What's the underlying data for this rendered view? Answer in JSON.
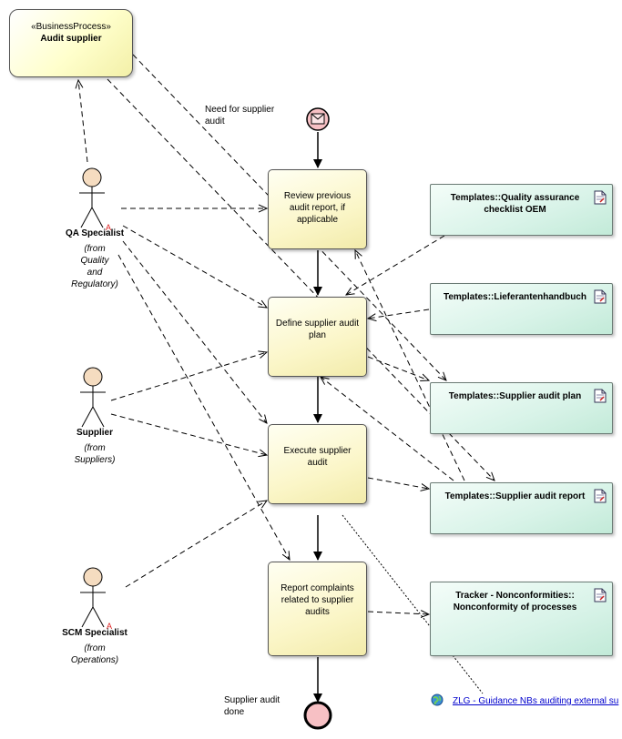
{
  "business_process": {
    "stereotype": "«BusinessProcess»",
    "name": "Audit supplier"
  },
  "start_event": {
    "label_line1": "Need for supplier",
    "label_line2": "audit"
  },
  "end_event": {
    "label_line1": "Supplier audit",
    "label_line2": "done"
  },
  "activities": [
    {
      "id": "review",
      "lines": [
        "Review previous",
        "audit report, if",
        "applicable"
      ]
    },
    {
      "id": "define",
      "lines": [
        "Define supplier audit",
        "plan"
      ]
    },
    {
      "id": "execute",
      "lines": [
        "Execute supplier",
        "audit"
      ]
    },
    {
      "id": "report",
      "lines": [
        "Report complaints",
        "related to supplier",
        "audits"
      ]
    }
  ],
  "artifacts": [
    {
      "id": "qa-checklist",
      "lines": [
        "Templates::Quality assurance",
        "checklist OEM"
      ]
    },
    {
      "id": "handbuch",
      "lines": [
        "Templates::Lieferantenhandbuch"
      ]
    },
    {
      "id": "audit-plan",
      "lines": [
        "Templates::Supplier audit plan"
      ]
    },
    {
      "id": "audit-report",
      "lines": [
        "Templates::Supplier audit report"
      ]
    },
    {
      "id": "nonconformity",
      "lines": [
        "Tracker - Nonconformities::",
        "Nonconformity of processes"
      ]
    }
  ],
  "actors": [
    {
      "id": "qa",
      "name": "QA Specialist",
      "from_lines": [
        "(from",
        "Quality",
        "and",
        "Regulatory)"
      ]
    },
    {
      "id": "supplier",
      "name": "Supplier",
      "from_lines": [
        "(from",
        "Suppliers)"
      ]
    },
    {
      "id": "scm",
      "name": "SCM Specialist",
      "from_lines": [
        "(from",
        "Operations)"
      ]
    }
  ],
  "hyperlink": {
    "text": "ZLG - Guidance NBs auditing external su"
  },
  "colors": {
    "activity_fill": "#fbf6c8",
    "artifact_fill": "#d8f3e8",
    "actor_fill": "#f5dcc0",
    "start_fill": "#f7c0c4",
    "end_fill": "#f7c0c4",
    "line": "#000000"
  },
  "icons": {
    "message": "envelope-icon",
    "document": "document-icon",
    "link": "globe-icon",
    "actor": "stick-figure-icon"
  }
}
